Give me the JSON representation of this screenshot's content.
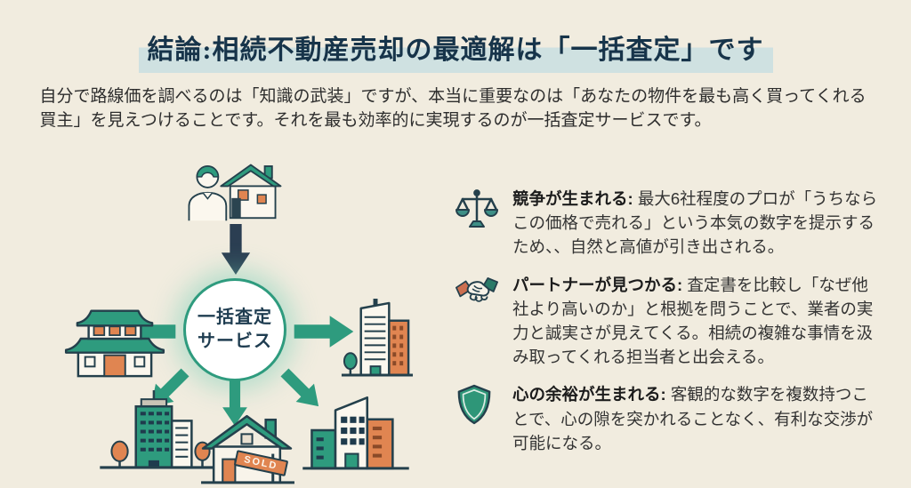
{
  "page": {
    "title": "結論:相続不動産売却の最適解は「一括査定」です",
    "intro": "自分で路線価を調べるのは「知識の武装」ですが、本当に重要なのは「あなたの物件を最も高く買ってくれる買主」を見えつけることです。それを最も効率的に実現するのが一括査定サービスです。"
  },
  "diagram": {
    "center_label_line1": "一括査定",
    "center_label_line2": "サービス",
    "sold_sign": "SOLD"
  },
  "benefits": [
    {
      "icon": "scales-icon",
      "title": "競争が生まれる:",
      "text": "最大6社程度のプロが「うちならこの価格で売れる」という本気の数字を提示するため、、自然と高値が引き出される。"
    },
    {
      "icon": "handshake-icon",
      "title": "パートナーが見つかる:",
      "text": "査定書を比較し「なぜ他社より高いのか」と根拠を問うことで、業者の実力と誠実さが見えてくる。相続の複雑な事情を汲み取ってくれる担当者と出会える。"
    },
    {
      "icon": "shield-icon",
      "title": "心の余裕が生まれる:",
      "text": "客観的な数字を複数持つことで、心の隙を突かれることなく、有利な交渉が可能になる。"
    }
  ],
  "colors": {
    "background": "#f1ecdf",
    "title_text": "#17344a",
    "title_highlight": "#cfe1e1",
    "body_text": "#2d2d2d",
    "teal": "#2e9b7e",
    "navy": "#2b3e52",
    "orange": "#e08551",
    "outline": "#24404c"
  }
}
